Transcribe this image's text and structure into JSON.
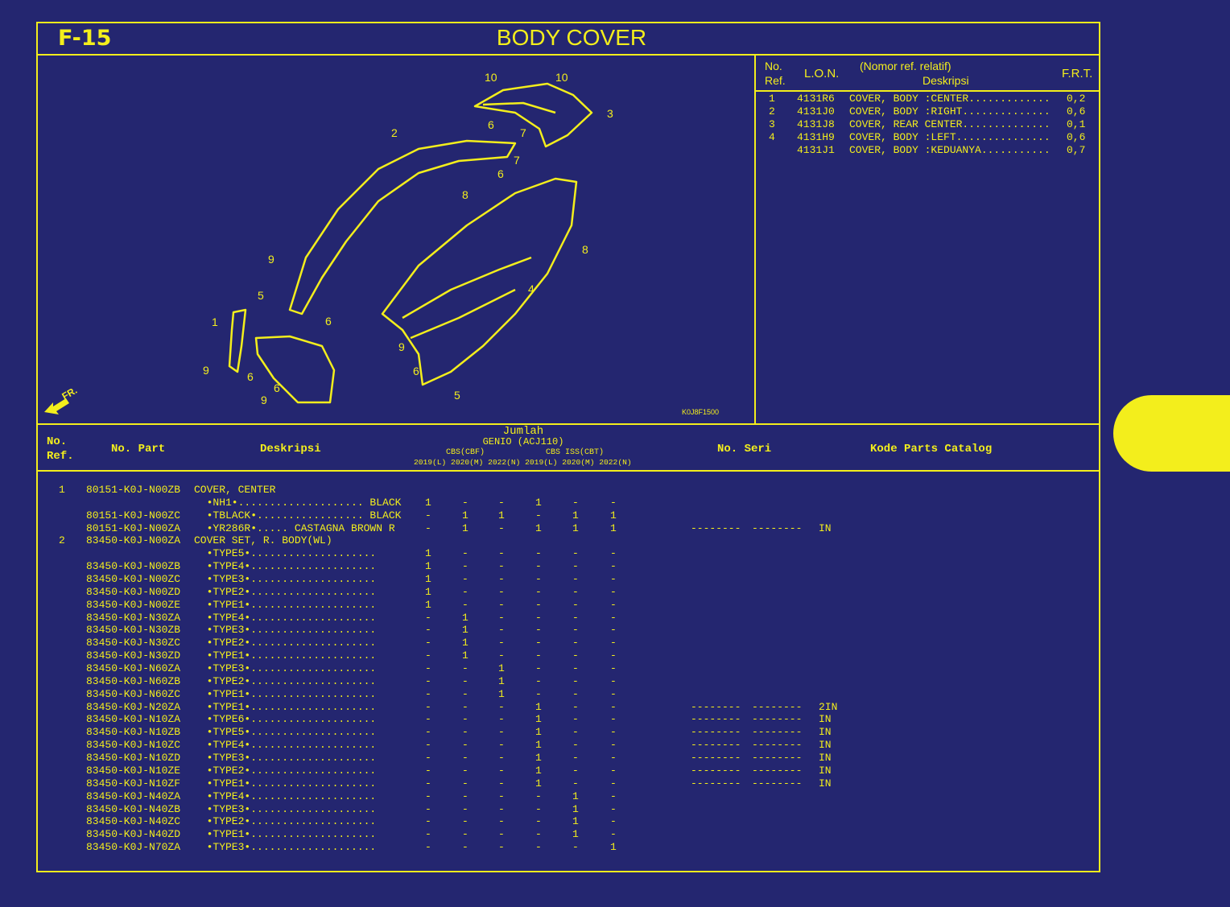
{
  "header": {
    "code": "F-15",
    "title": "BODY COVER"
  },
  "diagram": {
    "image_code": "K0J8F1500",
    "front_label": "FR.",
    "callouts": [
      "10",
      "10",
      "3",
      "6",
      "7",
      "2",
      "7",
      "6",
      "8",
      "8",
      "4",
      "9",
      "5",
      "6",
      "1",
      "9",
      "6",
      "6",
      "9",
      "9",
      "6",
      "5"
    ]
  },
  "ref_table": {
    "headers": {
      "no_ref": "No.\nRef.",
      "lon": "L.O.N.",
      "desc_top": "(Nomor ref. relatif)",
      "desc": "Deskripsi",
      "frt": "F.R.T."
    },
    "rows": [
      {
        "ref": "1",
        "lon": "4131R6",
        "desc": "COVER, BODY :CENTER.............",
        "frt": "0,2"
      },
      {
        "ref": "2",
        "lon": "4131J0",
        "desc": "COVER, BODY :RIGHT..............",
        "frt": "0,6"
      },
      {
        "ref": "3",
        "lon": "4131J8",
        "desc": "COVER, REAR CENTER..............",
        "frt": "0,1"
      },
      {
        "ref": "4",
        "lon": "4131H9",
        "desc": "COVER, BODY :LEFT...............",
        "frt": "0,6"
      },
      {
        "ref": "",
        "lon": "4131J1",
        "desc": "COVER, BODY :KEDUANYA...........",
        "frt": "0,7"
      }
    ]
  },
  "parts_table": {
    "headers": {
      "no_ref": "No.\nRef.",
      "no_part": "No. Part",
      "deskripsi": "Deskripsi",
      "jumlah": "Jumlah",
      "model": "GENIO (ACJ110)",
      "group1": "CBS(CBF)",
      "group2": "CBS ISS(CBT)",
      "years": "2019(L) 2020(M) 2022(N) 2019(L) 2020(M) 2022(N)",
      "no_seri": "No. Seri",
      "kode": "Kode Parts Catalog"
    },
    "rows": [
      {
        "ref": "1",
        "part": "80151-K0J-N00ZB",
        "desc": "COVER, CENTER",
        "qty": [
          "",
          "",
          "",
          "",
          "",
          ""
        ],
        "s1": "",
        "s2": "",
        "kode": ""
      },
      {
        "ref": "",
        "part": "",
        "desc": "  •NH1•.................... BLACK",
        "qty": [
          "1",
          "-",
          "-",
          "1",
          "-",
          "-"
        ],
        "s1": "",
        "s2": "",
        "kode": ""
      },
      {
        "ref": "",
        "part": "80151-K0J-N00ZC",
        "desc": "  •TBLACK•................. BLACK",
        "qty": [
          "-",
          "1",
          "1",
          "-",
          "1",
          "1"
        ],
        "s1": "",
        "s2": "",
        "kode": ""
      },
      {
        "ref": "",
        "part": "80151-K0J-N00ZA",
        "desc": "  •YR286R•..... CASTAGNA BROWN R",
        "qty": [
          "-",
          "1",
          "-",
          "1",
          "1",
          "1"
        ],
        "s1": "--------",
        "s2": "--------",
        "kode": "IN"
      },
      {
        "ref": "2",
        "part": "83450-K0J-N00ZA",
        "desc": "COVER SET, R. BODY(WL)",
        "qty": [
          "",
          "",
          "",
          "",
          "",
          ""
        ],
        "s1": "",
        "s2": "",
        "kode": ""
      },
      {
        "ref": "",
        "part": "",
        "desc": "  •TYPE5•....................",
        "qty": [
          "1",
          "-",
          "-",
          "-",
          "-",
          "-"
        ],
        "s1": "",
        "s2": "",
        "kode": ""
      },
      {
        "ref": "",
        "part": "83450-K0J-N00ZB",
        "desc": "  •TYPE4•....................",
        "qty": [
          "1",
          "-",
          "-",
          "-",
          "-",
          "-"
        ],
        "s1": "",
        "s2": "",
        "kode": ""
      },
      {
        "ref": "",
        "part": "83450-K0J-N00ZC",
        "desc": "  •TYPE3•....................",
        "qty": [
          "1",
          "-",
          "-",
          "-",
          "-",
          "-"
        ],
        "s1": "",
        "s2": "",
        "kode": ""
      },
      {
        "ref": "",
        "part": "83450-K0J-N00ZD",
        "desc": "  •TYPE2•....................",
        "qty": [
          "1",
          "-",
          "-",
          "-",
          "-",
          "-"
        ],
        "s1": "",
        "s2": "",
        "kode": ""
      },
      {
        "ref": "",
        "part": "83450-K0J-N00ZE",
        "desc": "  •TYPE1•....................",
        "qty": [
          "1",
          "-",
          "-",
          "-",
          "-",
          "-"
        ],
        "s1": "",
        "s2": "",
        "kode": ""
      },
      {
        "ref": "",
        "part": "83450-K0J-N30ZA",
        "desc": "  •TYPE4•....................",
        "qty": [
          "-",
          "1",
          "-",
          "-",
          "-",
          "-"
        ],
        "s1": "",
        "s2": "",
        "kode": ""
      },
      {
        "ref": "",
        "part": "83450-K0J-N30ZB",
        "desc": "  •TYPE3•....................",
        "qty": [
          "-",
          "1",
          "-",
          "-",
          "-",
          "-"
        ],
        "s1": "",
        "s2": "",
        "kode": ""
      },
      {
        "ref": "",
        "part": "83450-K0J-N30ZC",
        "desc": "  •TYPE2•....................",
        "qty": [
          "-",
          "1",
          "-",
          "-",
          "-",
          "-"
        ],
        "s1": "",
        "s2": "",
        "kode": ""
      },
      {
        "ref": "",
        "part": "83450-K0J-N30ZD",
        "desc": "  •TYPE1•....................",
        "qty": [
          "-",
          "1",
          "-",
          "-",
          "-",
          "-"
        ],
        "s1": "",
        "s2": "",
        "kode": ""
      },
      {
        "ref": "",
        "part": "83450-K0J-N60ZA",
        "desc": "  •TYPE3•....................",
        "qty": [
          "-",
          "-",
          "1",
          "-",
          "-",
          "-"
        ],
        "s1": "",
        "s2": "",
        "kode": ""
      },
      {
        "ref": "",
        "part": "83450-K0J-N60ZB",
        "desc": "  •TYPE2•....................",
        "qty": [
          "-",
          "-",
          "1",
          "-",
          "-",
          "-"
        ],
        "s1": "",
        "s2": "",
        "kode": ""
      },
      {
        "ref": "",
        "part": "83450-K0J-N60ZC",
        "desc": "  •TYPE1•....................",
        "qty": [
          "-",
          "-",
          "1",
          "-",
          "-",
          "-"
        ],
        "s1": "",
        "s2": "",
        "kode": ""
      },
      {
        "ref": "",
        "part": "83450-K0J-N20ZA",
        "desc": "  •TYPE1•....................",
        "qty": [
          "-",
          "-",
          "-",
          "1",
          "-",
          "-"
        ],
        "s1": "--------",
        "s2": "--------",
        "kode": "2IN"
      },
      {
        "ref": "",
        "part": "83450-K0J-N10ZA",
        "desc": "  •TYPE6•....................",
        "qty": [
          "-",
          "-",
          "-",
          "1",
          "-",
          "-"
        ],
        "s1": "--------",
        "s2": "--------",
        "kode": "IN"
      },
      {
        "ref": "",
        "part": "83450-K0J-N10ZB",
        "desc": "  •TYPE5•....................",
        "qty": [
          "-",
          "-",
          "-",
          "1",
          "-",
          "-"
        ],
        "s1": "--------",
        "s2": "--------",
        "kode": "IN"
      },
      {
        "ref": "",
        "part": "83450-K0J-N10ZC",
        "desc": "  •TYPE4•....................",
        "qty": [
          "-",
          "-",
          "-",
          "1",
          "-",
          "-"
        ],
        "s1": "--------",
        "s2": "--------",
        "kode": "IN"
      },
      {
        "ref": "",
        "part": "83450-K0J-N10ZD",
        "desc": "  •TYPE3•....................",
        "qty": [
          "-",
          "-",
          "-",
          "1",
          "-",
          "-"
        ],
        "s1": "--------",
        "s2": "--------",
        "kode": "IN"
      },
      {
        "ref": "",
        "part": "83450-K0J-N10ZE",
        "desc": "  •TYPE2•....................",
        "qty": [
          "-",
          "-",
          "-",
          "1",
          "-",
          "-"
        ],
        "s1": "--------",
        "s2": "--------",
        "kode": "IN"
      },
      {
        "ref": "",
        "part": "83450-K0J-N10ZF",
        "desc": "  •TYPE1•....................",
        "qty": [
          "-",
          "-",
          "-",
          "1",
          "-",
          "-"
        ],
        "s1": "--------",
        "s2": "--------",
        "kode": "IN"
      },
      {
        "ref": "",
        "part": "83450-K0J-N40ZA",
        "desc": "  •TYPE4•....................",
        "qty": [
          "-",
          "-",
          "-",
          "-",
          "1",
          "-"
        ],
        "s1": "",
        "s2": "",
        "kode": ""
      },
      {
        "ref": "",
        "part": "83450-K0J-N40ZB",
        "desc": "  •TYPE3•....................",
        "qty": [
          "-",
          "-",
          "-",
          "-",
          "1",
          "-"
        ],
        "s1": "",
        "s2": "",
        "kode": ""
      },
      {
        "ref": "",
        "part": "83450-K0J-N40ZC",
        "desc": "  •TYPE2•....................",
        "qty": [
          "-",
          "-",
          "-",
          "-",
          "1",
          "-"
        ],
        "s1": "",
        "s2": "",
        "kode": ""
      },
      {
        "ref": "",
        "part": "83450-K0J-N40ZD",
        "desc": "  •TYPE1•....................",
        "qty": [
          "-",
          "-",
          "-",
          "-",
          "1",
          "-"
        ],
        "s1": "",
        "s2": "",
        "kode": ""
      },
      {
        "ref": "",
        "part": "83450-K0J-N70ZA",
        "desc": "  •TYPE3•....................",
        "qty": [
          "-",
          "-",
          "-",
          "-",
          "-",
          "1"
        ],
        "s1": "",
        "s2": "",
        "kode": ""
      }
    ]
  },
  "colors": {
    "background": "#242670",
    "accent": "#f3ee1c"
  }
}
